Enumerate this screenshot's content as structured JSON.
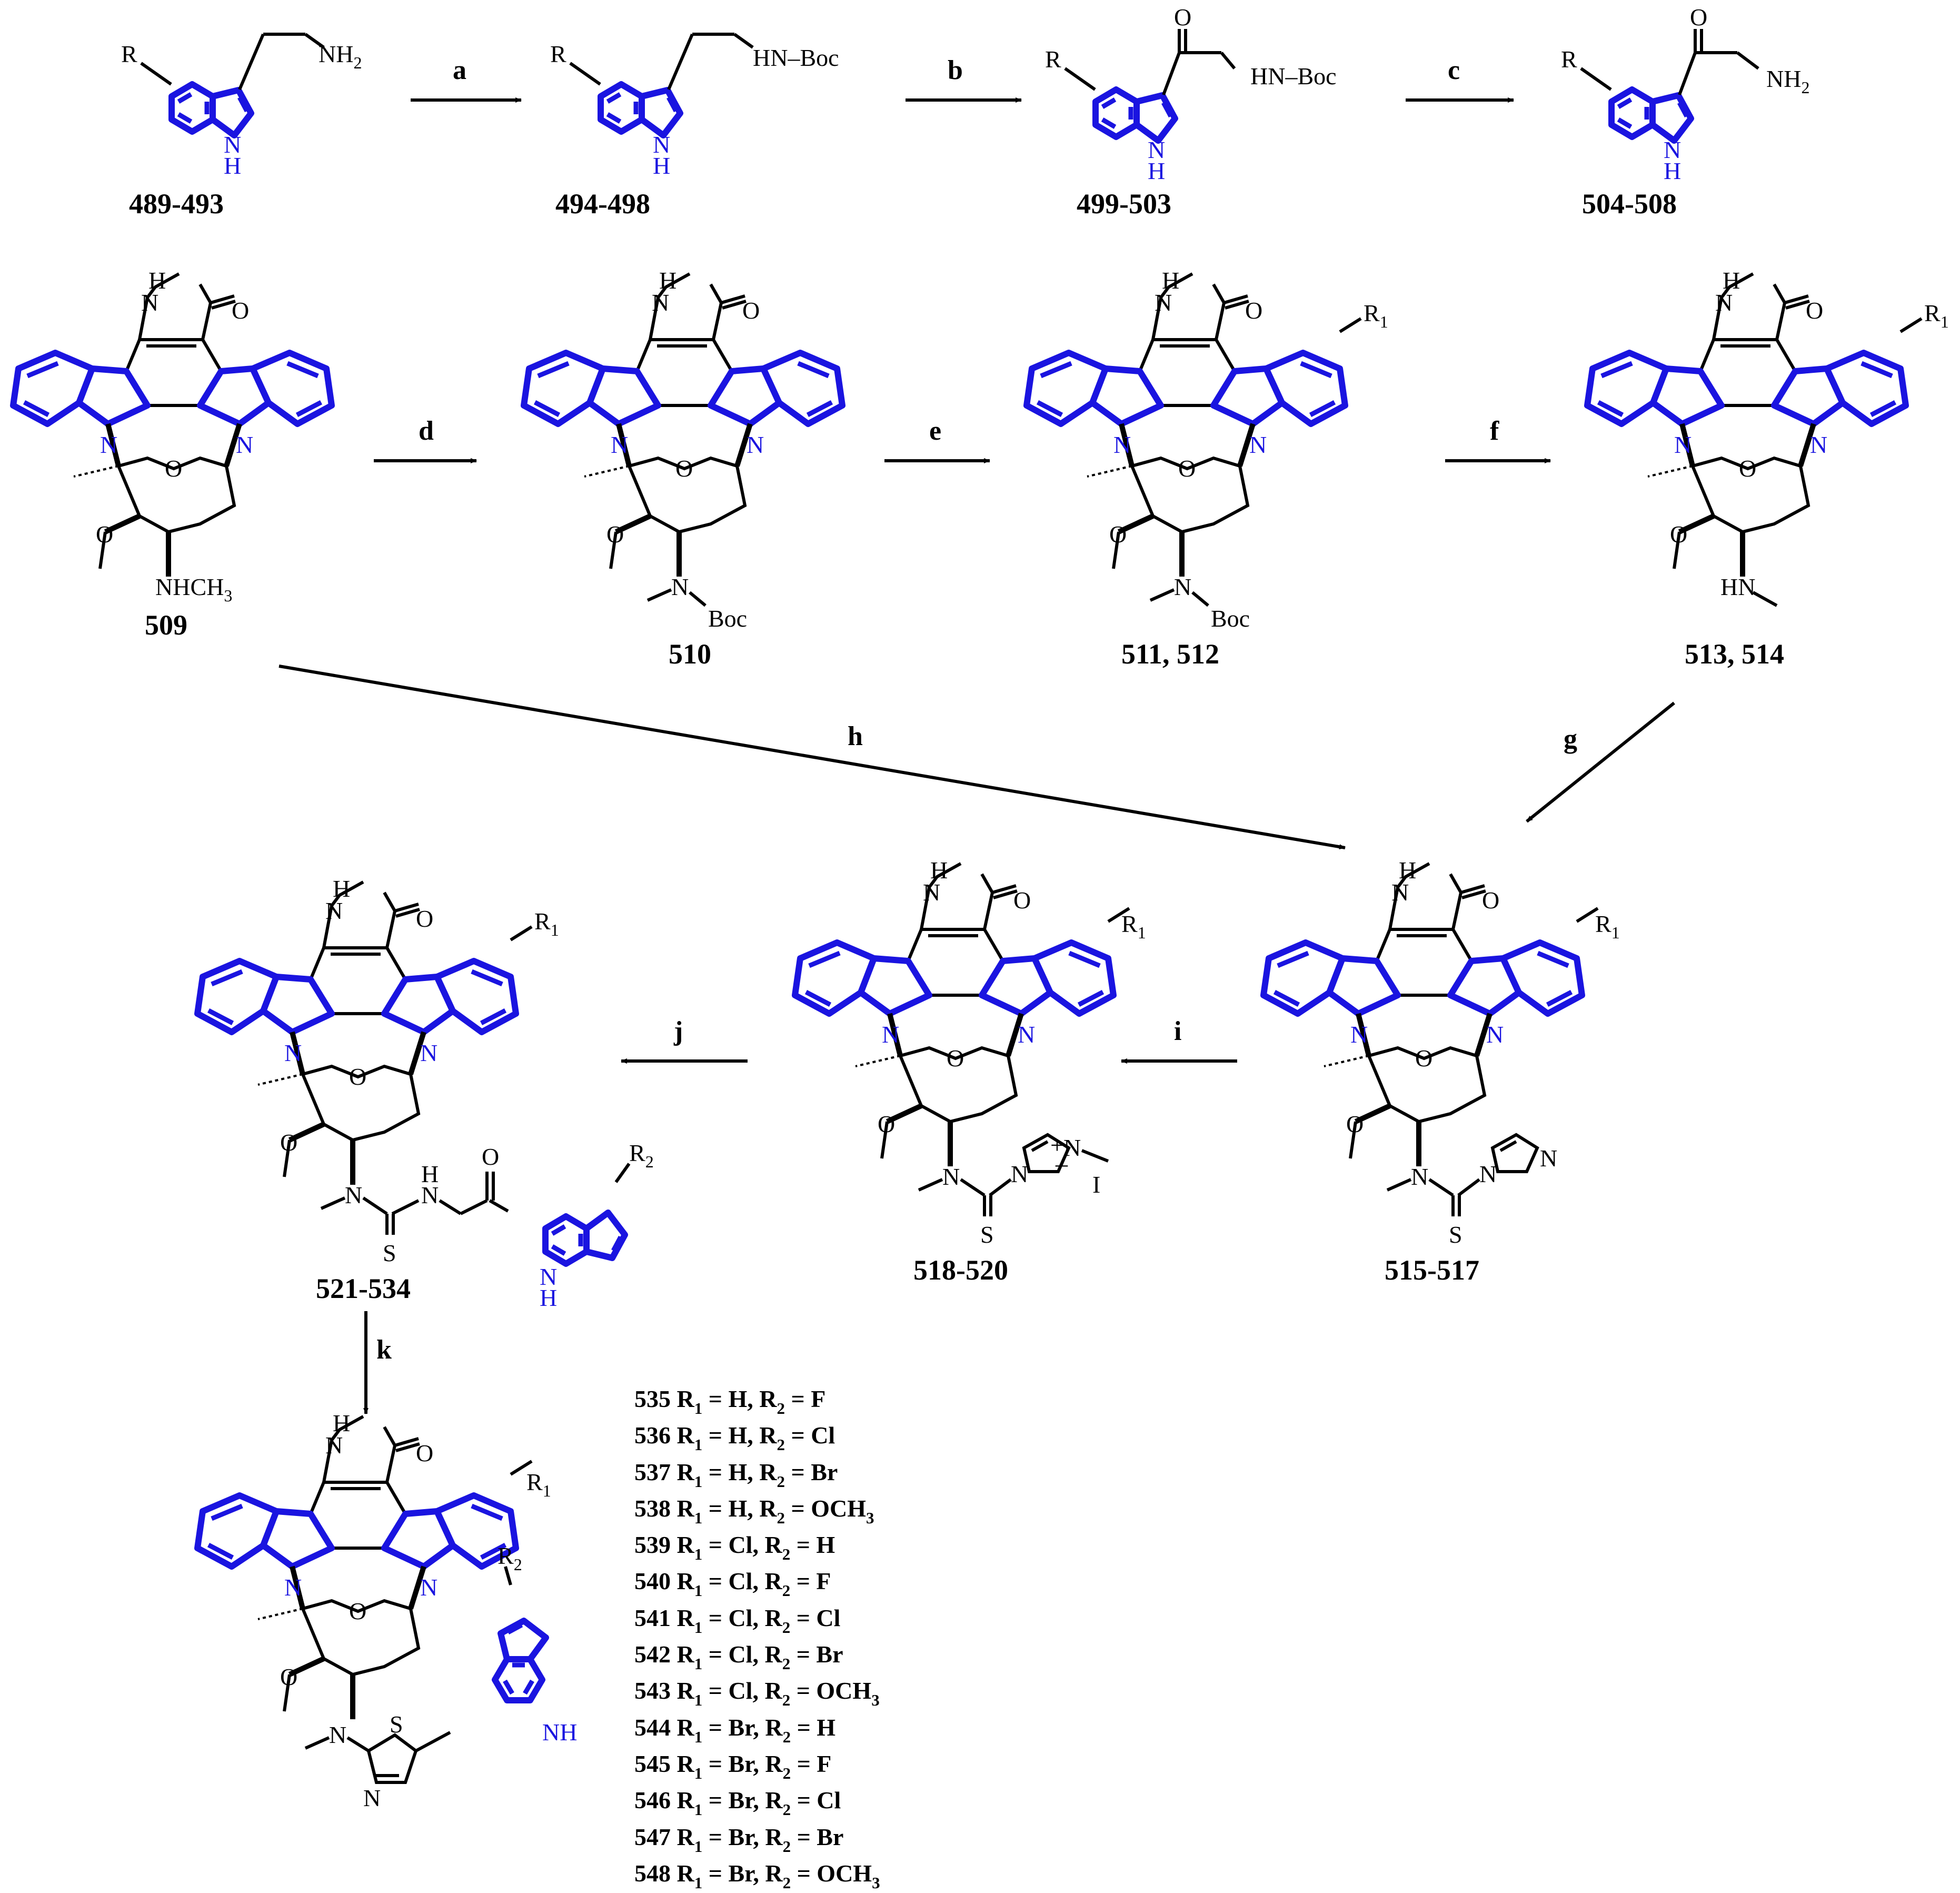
{
  "colors": {
    "bond": "#000000",
    "indole_core": "#1a14e0",
    "label": "#000000"
  },
  "atoms": {
    "R": "R",
    "NH2": "NH",
    "NH2_sub": "2",
    "HN": "HN",
    "Boc": "Boc",
    "N": "N",
    "H": "H",
    "O": "O",
    "S": "S",
    "NHCH3": "NHCH",
    "NHCH3_sub": "3",
    "R1": "R",
    "R1_sub": "1",
    "R2": "R",
    "R2_sub": "2",
    "plus": "+",
    "minus": "–",
    "I": "I",
    "NH": "NH"
  },
  "compounds": {
    "c489": "489-493",
    "c494": "494-498",
    "c499": "499-503",
    "c504": "504-508",
    "c509": "509",
    "c510": "510",
    "c511": "511, 512",
    "c513": "513, 514",
    "c515": "515-517",
    "c518": "518-520",
    "c521": "521-534"
  },
  "steps": {
    "a": "a",
    "b": "b",
    "c": "c",
    "d": "d",
    "e": "e",
    "f": "f",
    "g": "g",
    "h": "h",
    "i": "i",
    "j": "j",
    "k": "k"
  },
  "legend": [
    {
      "id": "535",
      "r1": "H",
      "r2": "F"
    },
    {
      "id": "536",
      "r1": "H",
      "r2": "Cl"
    },
    {
      "id": "537",
      "r1": "H",
      "r2": "Br"
    },
    {
      "id": "538",
      "r1": "H",
      "r2": "OCH3"
    },
    {
      "id": "539",
      "r1": "Cl",
      "r2": "H"
    },
    {
      "id": "540",
      "r1": "Cl",
      "r2": "F"
    },
    {
      "id": "541",
      "r1": "Cl",
      "r2": "Cl"
    },
    {
      "id": "542",
      "r1": "Cl",
      "r2": "Br"
    },
    {
      "id": "543",
      "r1": "Cl",
      "r2": "OCH3"
    },
    {
      "id": "544",
      "r1": "Br",
      "r2": "H"
    },
    {
      "id": "545",
      "r1": "Br",
      "r2": "F"
    },
    {
      "id": "546",
      "r1": "Br",
      "r2": "Cl"
    },
    {
      "id": "547",
      "r1": "Br",
      "r2": "Br"
    },
    {
      "id": "548",
      "r1": "Br",
      "r2": "OCH3"
    }
  ],
  "legend_text": {
    "r1": "R",
    "r1_sub": "1",
    "r2": "R",
    "r2_sub": "2",
    "eq": " = ",
    "sep": ", "
  }
}
